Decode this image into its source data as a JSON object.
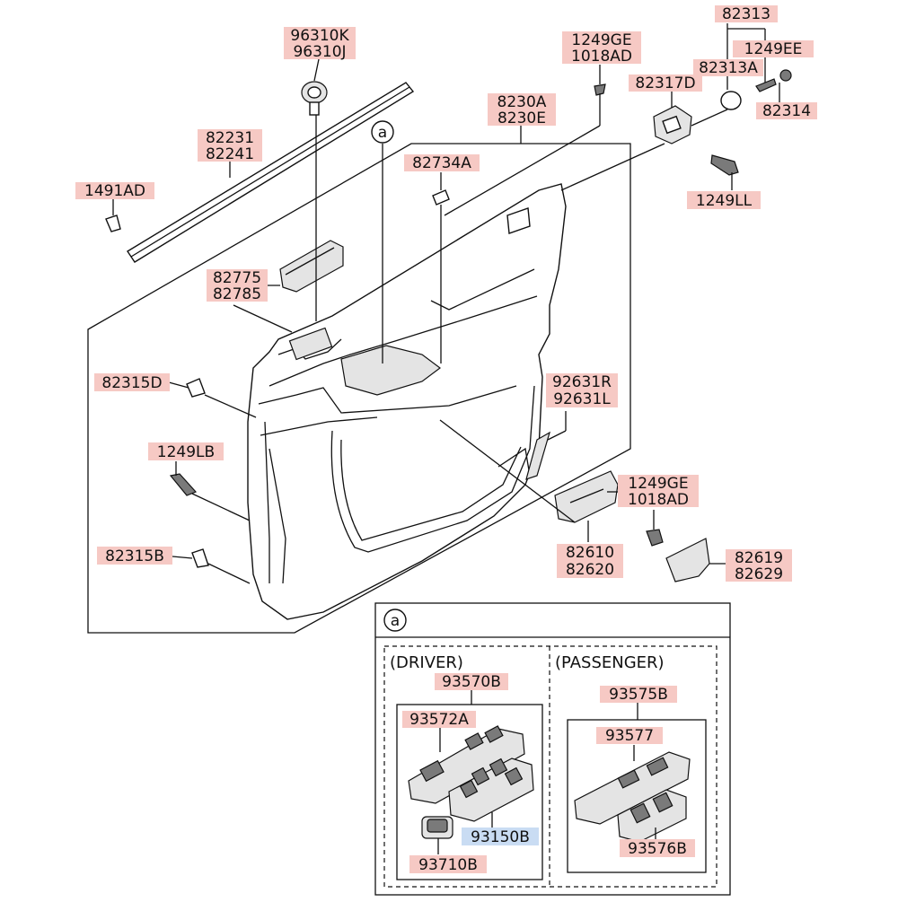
{
  "callout": "a",
  "labels": {
    "l96310k": "96310K",
    "l96310j": "96310J",
    "l82231": "82231",
    "l82241": "82241",
    "l1491ad": "1491AD",
    "l82775": "82775",
    "l82785": "82785",
    "l1249ge_top": "1249GE",
    "l1018ad_top": "1018AD",
    "l8230a": "8230A",
    "l8230e": "8230E",
    "l82734a": "82734A",
    "l82313": "82313",
    "l1249ee": "1249EE",
    "l82313a": "82313A",
    "l82317d": "82317D",
    "l82314": "82314",
    "l1249ll": "1249LL",
    "l82315d": "82315D",
    "l1249lb": "1249LB",
    "l82315b": "82315B",
    "l92631r": "92631R",
    "l92631l": "92631L",
    "l1249ge_mid": "1249GE",
    "l1018ad_mid": "1018AD",
    "l82610": "82610",
    "l82620": "82620",
    "l82619": "82619",
    "l82629": "82629",
    "l93570b": "93570B",
    "l93572a": "93572A",
    "l93150b": "93150B",
    "l93710b": "93710B",
    "l93575b": "93575B",
    "l93577": "93577",
    "l93576b": "93576B"
  },
  "detail": {
    "driver_header": "(DRIVER)",
    "passenger_header": "(PASSENGER)"
  },
  "colors": {
    "label_highlight": "#f6c9c4",
    "selected_highlight": "#c9dcf3"
  }
}
